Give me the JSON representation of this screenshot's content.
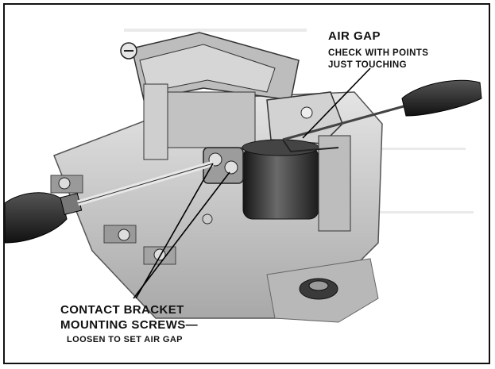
{
  "labels": {
    "air_gap_title": "AIR GAP",
    "air_gap_note": [
      "CHECK WITH POINTS",
      "JUST TOUCHING"
    ],
    "contact_title": [
      "CONTACT BRACKET",
      "MOUNTING SCREWS—"
    ],
    "contact_note": "LOOSEN TO SET AIR GAP"
  },
  "colors": {
    "ink": "#111111",
    "metal_light": "#d8d8d8",
    "metal_mid": "#a9a9a9",
    "metal_dark": "#5c5c5c",
    "base": "#c9c9c9",
    "coil": "#2a2a2a"
  },
  "icons": {
    "illustration": "voltage-regulator-photo",
    "tool_left": "screwdriver-icon",
    "tool_right": "feeler-gauge-icon"
  }
}
